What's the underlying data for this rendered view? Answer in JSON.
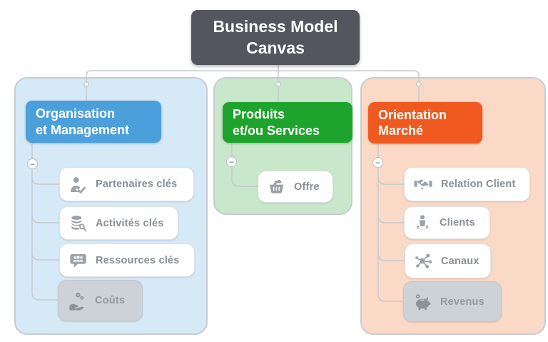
{
  "title": "Business Model\nCanvas",
  "ui": {
    "collapse_glyph": "−"
  },
  "colors": {
    "title_bg": "#54555E",
    "blue_header": "#4BA0DB",
    "green_header": "#1EA32C",
    "orange_header": "#F0591F",
    "blue_panel": "#D6E9F7",
    "green_panel": "#C9E7CA",
    "orange_panel": "#FAD9C6",
    "connector": "#C5CACE",
    "icon_gray": "#9CA1A6",
    "disabled_node_bg": "#CDD2D6",
    "node_text": "#898E93"
  },
  "branches": [
    {
      "header": "Organisation\net Management",
      "items": [
        {
          "label": "Partenaires clés",
          "icon": "person-check-icon",
          "state": "normal"
        },
        {
          "label": "Activités clés",
          "icon": "database-search-icon",
          "state": "normal"
        },
        {
          "label": "Ressources clés",
          "icon": "chat-people-icon",
          "state": "normal"
        },
        {
          "label": "Coûts",
          "icon": "hand-coins-icon",
          "state": "disabled"
        }
      ]
    },
    {
      "header": "Produits\net/ou Services",
      "items": [
        {
          "label": "Offre",
          "icon": "basket-icon",
          "state": "normal"
        }
      ]
    },
    {
      "header": "Orientation\nMarché",
      "items": [
        {
          "label": "Relation Client",
          "icon": "handshake-icon",
          "state": "normal"
        },
        {
          "label": "Clients",
          "icon": "person-ring-icon",
          "state": "normal"
        },
        {
          "label": "Canaux",
          "icon": "network-icon",
          "state": "normal"
        },
        {
          "label": "Revenus",
          "icon": "piggy-bank-icon",
          "state": "disabled"
        }
      ]
    }
  ]
}
